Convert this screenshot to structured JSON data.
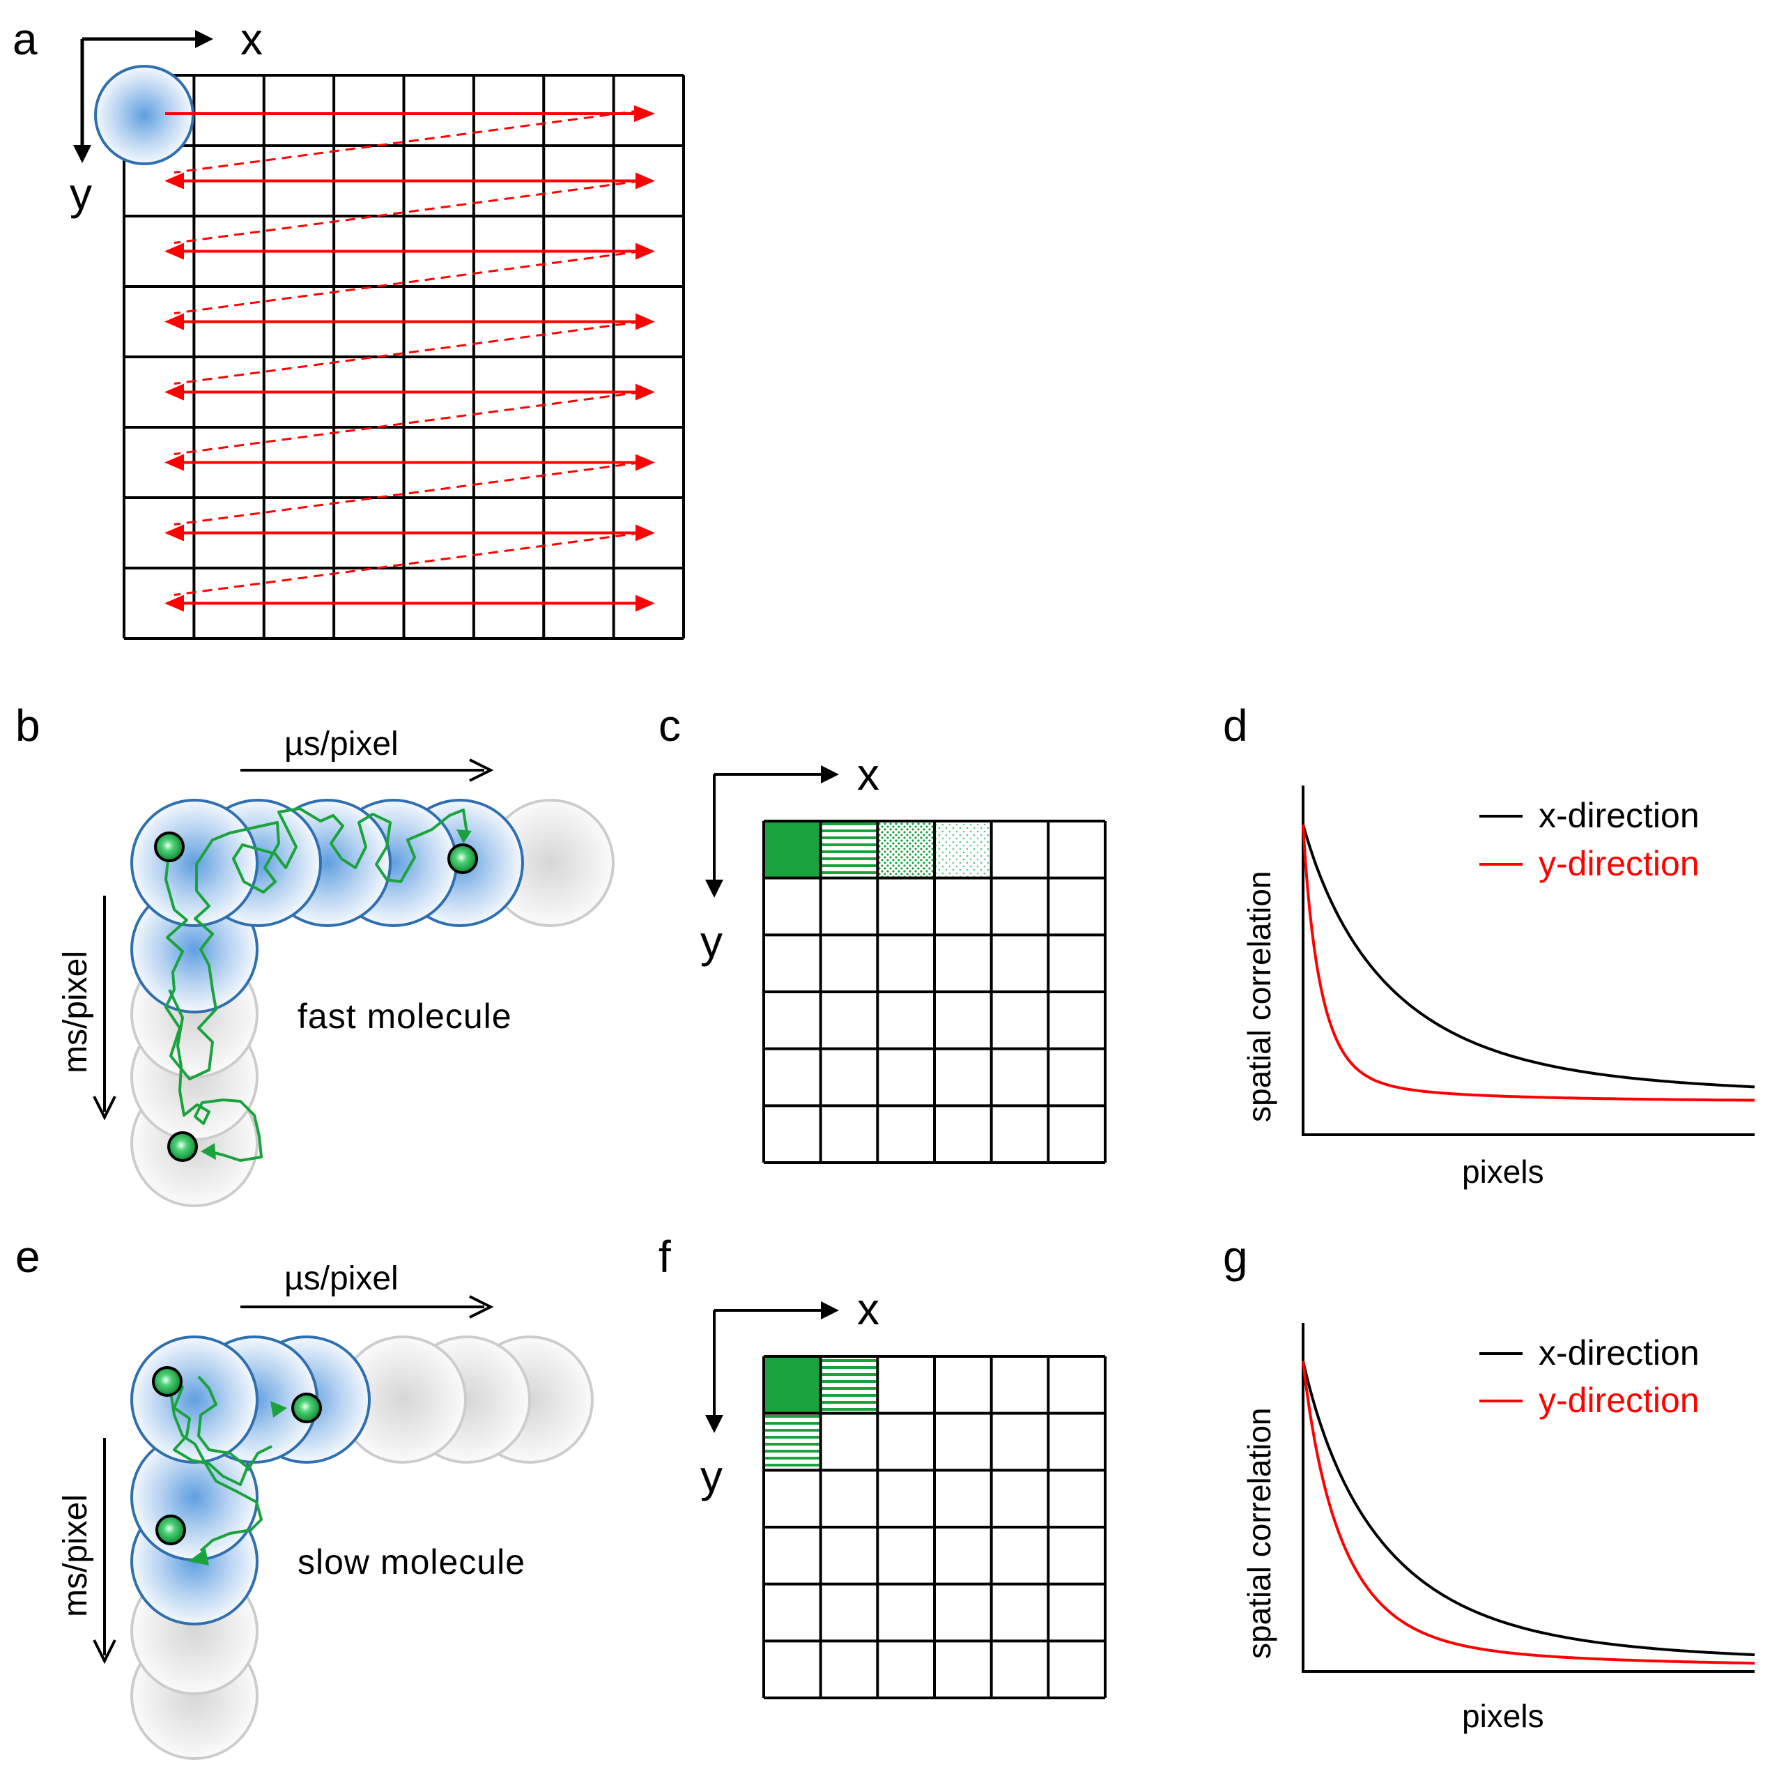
{
  "colors": {
    "scan_arrow": "#ff0000",
    "trajectory": "#1aa33c",
    "beam_blue": "#2f6fb0",
    "beam_gray": "#cccccc",
    "green_cell": "#1aa33c",
    "x_curve": "#000000",
    "y_curve": "#ff0000"
  },
  "panels": {
    "a": {
      "letter": "a",
      "x_label": "x",
      "y_label": "y",
      "grid_cols": 8,
      "grid_rows": 8
    },
    "b": {
      "letter": "b",
      "top_arrow_label": "µs/pixel",
      "side_arrow_label": "ms/pixel",
      "molecule_label": "fast molecule"
    },
    "c": {
      "letter": "c",
      "x_label": "x",
      "y_label": "y",
      "grid_cols": 6,
      "grid_rows": 6
    },
    "d": {
      "letter": "d",
      "chart_data": {
        "type": "line",
        "xlabel": "pixels",
        "ylabel": "spatial correlation",
        "series": [
          {
            "name": "x-direction",
            "color": "#000000",
            "decay": 0.22,
            "floor": 0.1
          },
          {
            "name": "y-direction",
            "color": "#ff0000",
            "decay": 0.045,
            "floor": 0.1
          }
        ]
      }
    },
    "e": {
      "letter": "e",
      "top_arrow_label": "µs/pixel",
      "side_arrow_label": "ms/pixel",
      "molecule_label": "slow molecule"
    },
    "f": {
      "letter": "f",
      "x_label": "x",
      "y_label": "y",
      "grid_cols": 6,
      "grid_rows": 6
    },
    "g": {
      "letter": "g",
      "chart_data": {
        "type": "line",
        "xlabel": "pixels",
        "ylabel": "spatial correlation",
        "series": [
          {
            "name": "x-direction",
            "color": "#000000",
            "decay": 0.2,
            "floor": 0.0
          },
          {
            "name": "y-direction",
            "color": "#ff0000",
            "decay": 0.1,
            "floor": 0.0
          }
        ]
      }
    }
  }
}
